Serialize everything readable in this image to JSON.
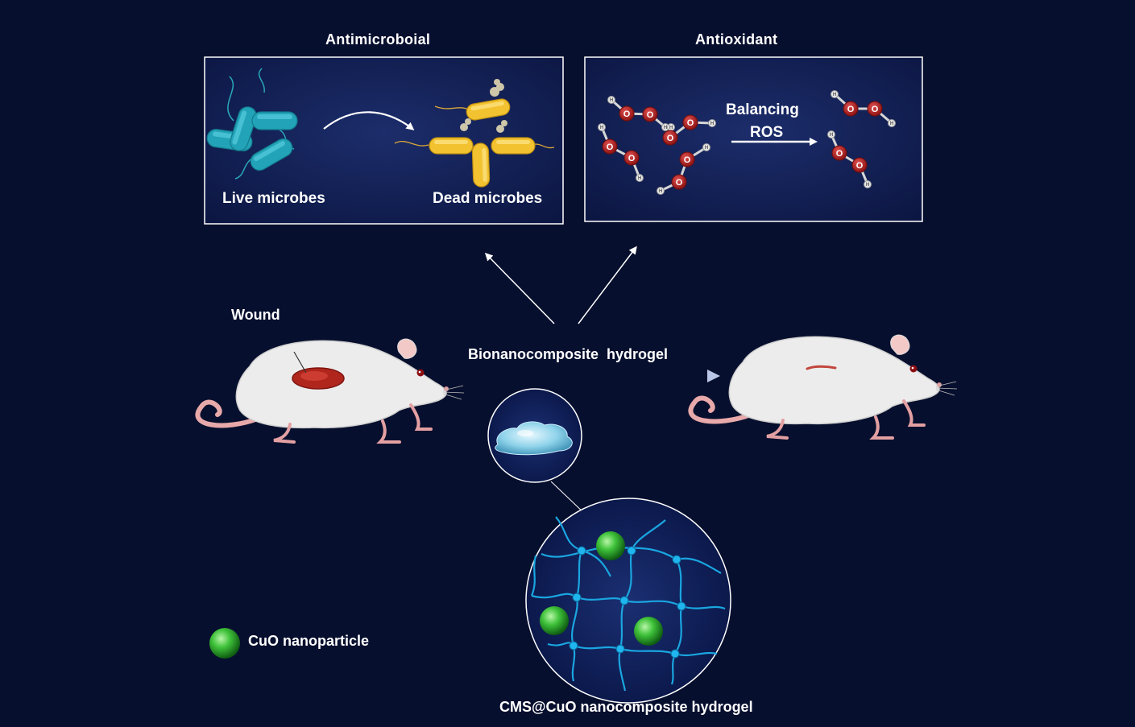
{
  "panels": {
    "antimicrobial": {
      "title": "Antimicroboial",
      "live_label": "Live microbes",
      "dead_label": "Dead microbes"
    },
    "antioxidant": {
      "title": "Antioxidant",
      "balancing_line1": "Balancing",
      "balancing_line2": "ROS"
    }
  },
  "wound_label": "Wound",
  "treatment_label": "Bionanocomposite  hydrogel",
  "legend": {
    "label": "CuO nanoparticle"
  },
  "network_label": "CMS@CuO nanocomposite hydrogel",
  "atoms": {
    "oxygen": "O",
    "hydrogen": "H"
  },
  "colors": {
    "background": "#070f2e",
    "panel_border": "#ffffff",
    "live_microbe": "#22a3b8",
    "dead_microbe": "#f2c230",
    "oxygen_atom": "#b52020",
    "hydrogen_atom": "#e6e6e6",
    "nanoparticle": "#3fc23a",
    "hydrogel": "#8fd3ea",
    "network_fiber": "#1aa6e0",
    "wound": "#b0261c"
  }
}
